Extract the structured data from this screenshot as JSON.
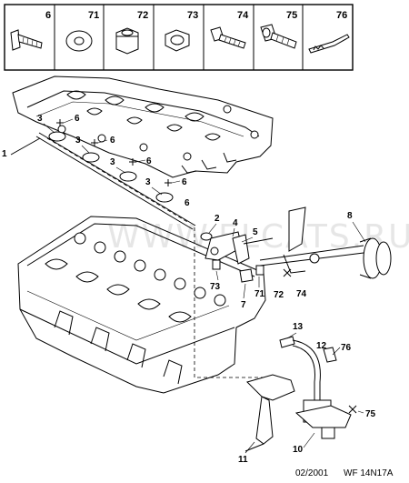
{
  "legend": [
    {
      "number": "6",
      "icon": "flat-head-screw-icon"
    },
    {
      "number": "71",
      "icon": "washer-icon"
    },
    {
      "number": "72",
      "icon": "nut-icon"
    },
    {
      "number": "73",
      "icon": "nut-icon"
    },
    {
      "number": "74",
      "icon": "bolt-icon"
    },
    {
      "number": "75",
      "icon": "socket-head-screw-icon"
    },
    {
      "number": "76",
      "icon": "clip-icon"
    }
  ],
  "callouts": {
    "c1": "1",
    "c2": "2",
    "c3a": "3",
    "c3b": "3",
    "c3c": "3",
    "c3d": "3",
    "c4": "4",
    "c5": "5",
    "c6a": "6",
    "c6b": "6",
    "c6c": "6",
    "c6d": "6",
    "c6e": "6",
    "c7": "7",
    "c8": "8",
    "c10": "10",
    "c11": "11",
    "c12": "12",
    "c13": "13",
    "c71": "71",
    "c72": "72",
    "c73": "73",
    "c74": "74",
    "c75": "75",
    "c76": "76"
  },
  "footer": {
    "date": "02/2001",
    "code": "WF 14N17A"
  },
  "watermark": "WWW.ELCATS.RU"
}
